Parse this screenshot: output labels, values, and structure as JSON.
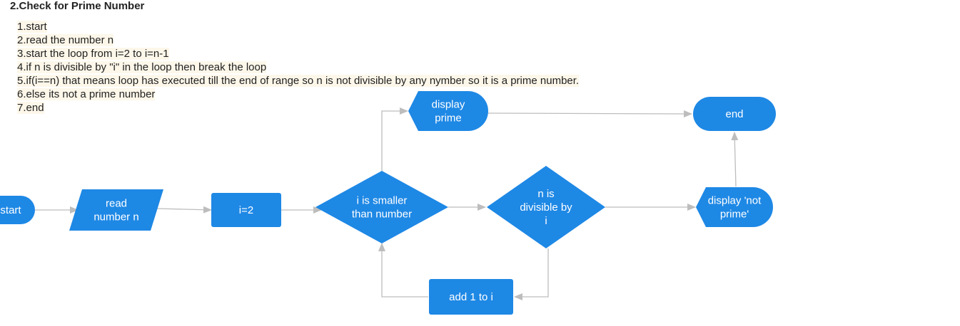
{
  "title": "2.Check for Prime Number",
  "steps": [
    "1.start",
    "2.read the number n",
    "3.start the loop from i=2 to i=n-1",
    "4.if n is divisible by \"i\" in the loop then break the loop",
    "5.if(i==n) that means loop has executed till the end of range so n is not divisible by any nymber so it is a prime number.",
    "6.else its not a prime number",
    "7.end"
  ],
  "flowchart": {
    "colors": {
      "node_fill": "#1e88e5",
      "edge": "#bdbdbd",
      "text": "#ffffff"
    },
    "nodes": {
      "start": {
        "shape": "terminal",
        "lines": [
          "start"
        ]
      },
      "read": {
        "shape": "parallelogram",
        "lines": [
          "read",
          "number n"
        ]
      },
      "init": {
        "shape": "rectangle",
        "lines": [
          "i=2"
        ]
      },
      "loop_check": {
        "shape": "diamond",
        "lines": [
          "i is smaller",
          "than number"
        ]
      },
      "div_check": {
        "shape": "diamond",
        "lines": [
          "n is",
          "divisible by",
          "i"
        ]
      },
      "display_prime": {
        "shape": "display",
        "lines": [
          "display",
          "prime"
        ]
      },
      "display_not_prime": {
        "shape": "display",
        "lines": [
          "display 'not",
          "prime'"
        ]
      },
      "increment": {
        "shape": "rectangle",
        "lines": [
          "add 1 to i"
        ]
      },
      "end": {
        "shape": "terminal",
        "lines": [
          "end"
        ]
      }
    },
    "edges": [
      {
        "from": "start",
        "to": "read"
      },
      {
        "from": "read",
        "to": "init"
      },
      {
        "from": "init",
        "to": "loop_check"
      },
      {
        "from": "loop_check",
        "to": "div_check"
      },
      {
        "from": "div_check",
        "to": "display_not_prime"
      },
      {
        "from": "display_not_prime",
        "to": "end"
      },
      {
        "from": "loop_check",
        "to": "display_prime"
      },
      {
        "from": "display_prime",
        "to": "end"
      },
      {
        "from": "div_check",
        "to": "increment"
      },
      {
        "from": "increment",
        "to": "loop_check"
      }
    ]
  }
}
